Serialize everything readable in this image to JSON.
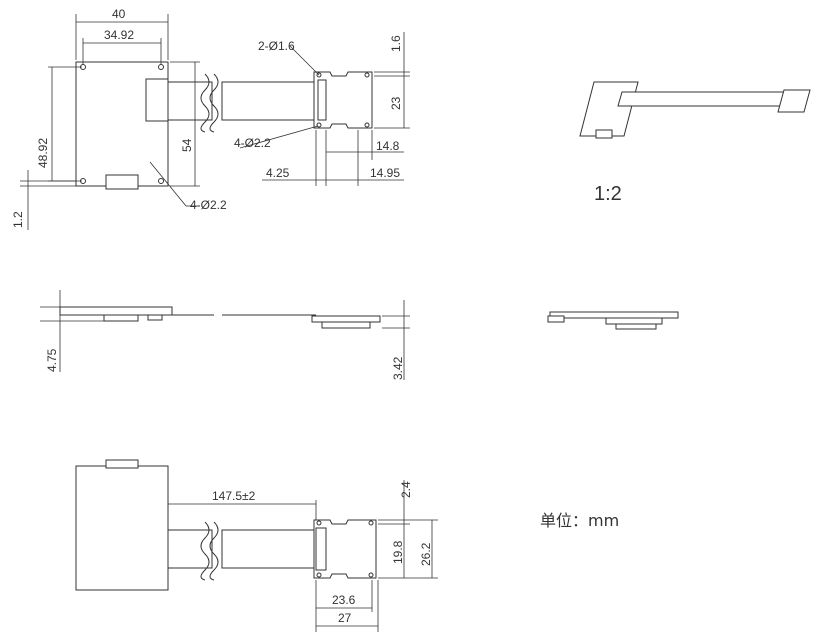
{
  "top_view": {
    "dims": {
      "width_40": "40",
      "width_3492": "34.92",
      "height_4892": "48.92",
      "height_54": "54",
      "offset_12": "1.2",
      "hole_small": "2-Ø1.6",
      "hole_large_a": "4-Ø2.2",
      "hole_large_b": "4-Ø2.2",
      "top_16": "1.6",
      "height_23": "23",
      "w_148": "14.8",
      "w_425": "4.25",
      "w_1495": "14.95"
    }
  },
  "scale_label": "1:2",
  "side_view": {
    "dims": {
      "h_475": "4.75",
      "h_342": "3.42"
    }
  },
  "bottom_view": {
    "dims": {
      "cable_length": "147.5±2",
      "top_24": "2.4",
      "h_198": "19.8",
      "h_262": "26.2",
      "w_236": "23.6",
      "w_27": "27"
    }
  },
  "unit_label": "单位：mm",
  "colors": {
    "line": "#333333",
    "background": "#ffffff"
  }
}
